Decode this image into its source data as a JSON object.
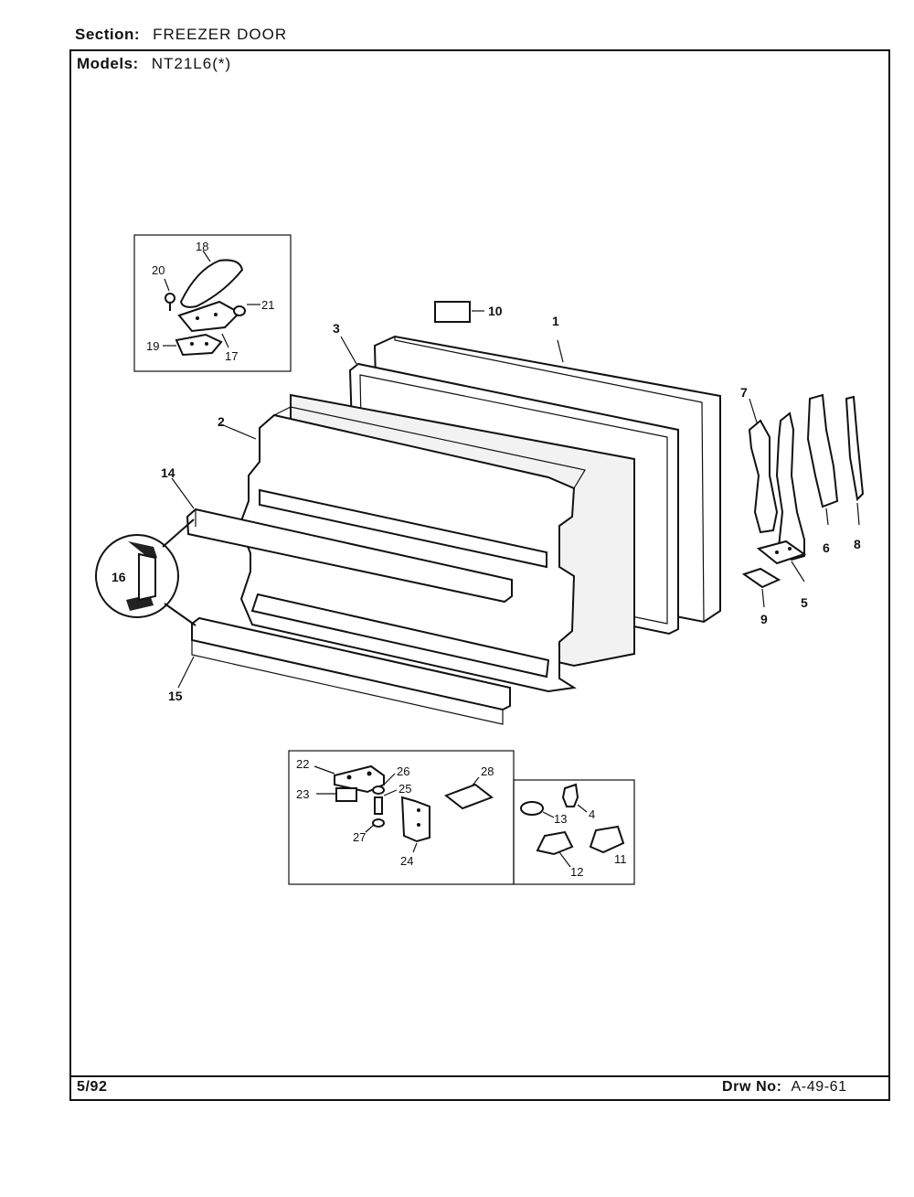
{
  "header": {
    "section_label": "Section:",
    "section_value": "FREEZER DOOR",
    "models_label": "Models:",
    "models_value": "NT21L6(*)"
  },
  "footer": {
    "date": "5/92",
    "drw_label": "Drw No:",
    "drw_value": "A-49-61"
  },
  "callouts": {
    "c1": "1",
    "c2": "2",
    "c3": "3",
    "c4": "4",
    "c5": "5",
    "c6": "6",
    "c7": "7",
    "c8": "8",
    "c9": "9",
    "c10": "10",
    "c11": "11",
    "c12": "12",
    "c13": "13",
    "c14": "14",
    "c15": "15",
    "c16": "16",
    "c17": "17",
    "c18": "18",
    "c19": "19",
    "c20": "20",
    "c21": "21",
    "c22": "22",
    "c23": "23",
    "c24": "24",
    "c25": "25",
    "c26": "26",
    "c27": "27",
    "c28": "28"
  }
}
